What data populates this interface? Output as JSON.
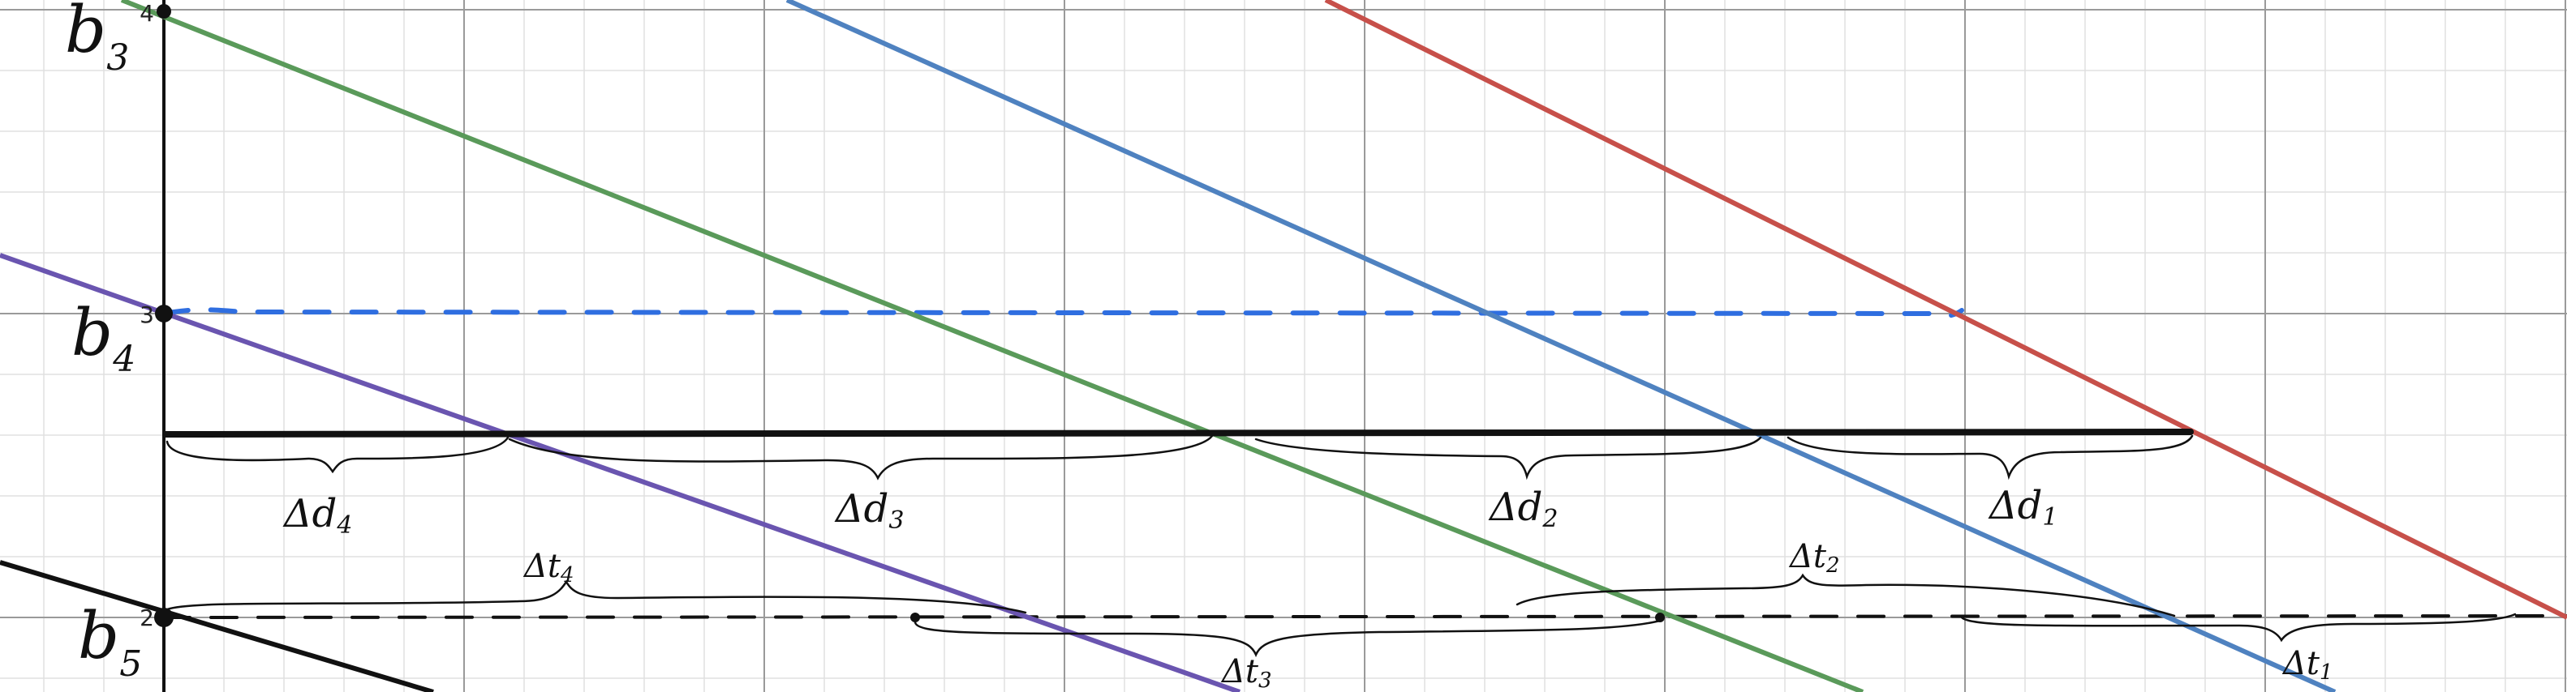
{
  "graph": {
    "y_ticks": [
      {
        "value": 2,
        "label": "2"
      },
      {
        "value": 3,
        "label": "3"
      },
      {
        "value": 4,
        "label": "4"
      }
    ],
    "b_labels": [
      {
        "id": "b3",
        "base": "b",
        "sub": "3"
      },
      {
        "id": "b4",
        "base": "b",
        "sub": "4"
      },
      {
        "id": "b5",
        "base": "b",
        "sub": "5"
      }
    ],
    "distance_labels": [
      {
        "id": "d4",
        "base": "Δd",
        "sub": "4"
      },
      {
        "id": "d3",
        "base": "Δd",
        "sub": "3"
      },
      {
        "id": "d2",
        "base": "Δd",
        "sub": "2"
      },
      {
        "id": "d1",
        "base": "Δd",
        "sub": "1"
      }
    ],
    "time_labels": [
      {
        "id": "t4",
        "base": "Δt",
        "sub": "4"
      },
      {
        "id": "t3",
        "base": "Δt",
        "sub": "3"
      },
      {
        "id": "t2",
        "base": "Δt",
        "sub": "2"
      },
      {
        "id": "t1",
        "base": "Δt",
        "sub": "1"
      }
    ],
    "line_colors": {
      "red": "#c7504a",
      "blue": "#4f82c0",
      "green": "#5a9a5a",
      "purple": "#6a55b0",
      "black": "#111111",
      "dash_blue": "#2f6ee0",
      "dash_black": "#111111"
    }
  }
}
